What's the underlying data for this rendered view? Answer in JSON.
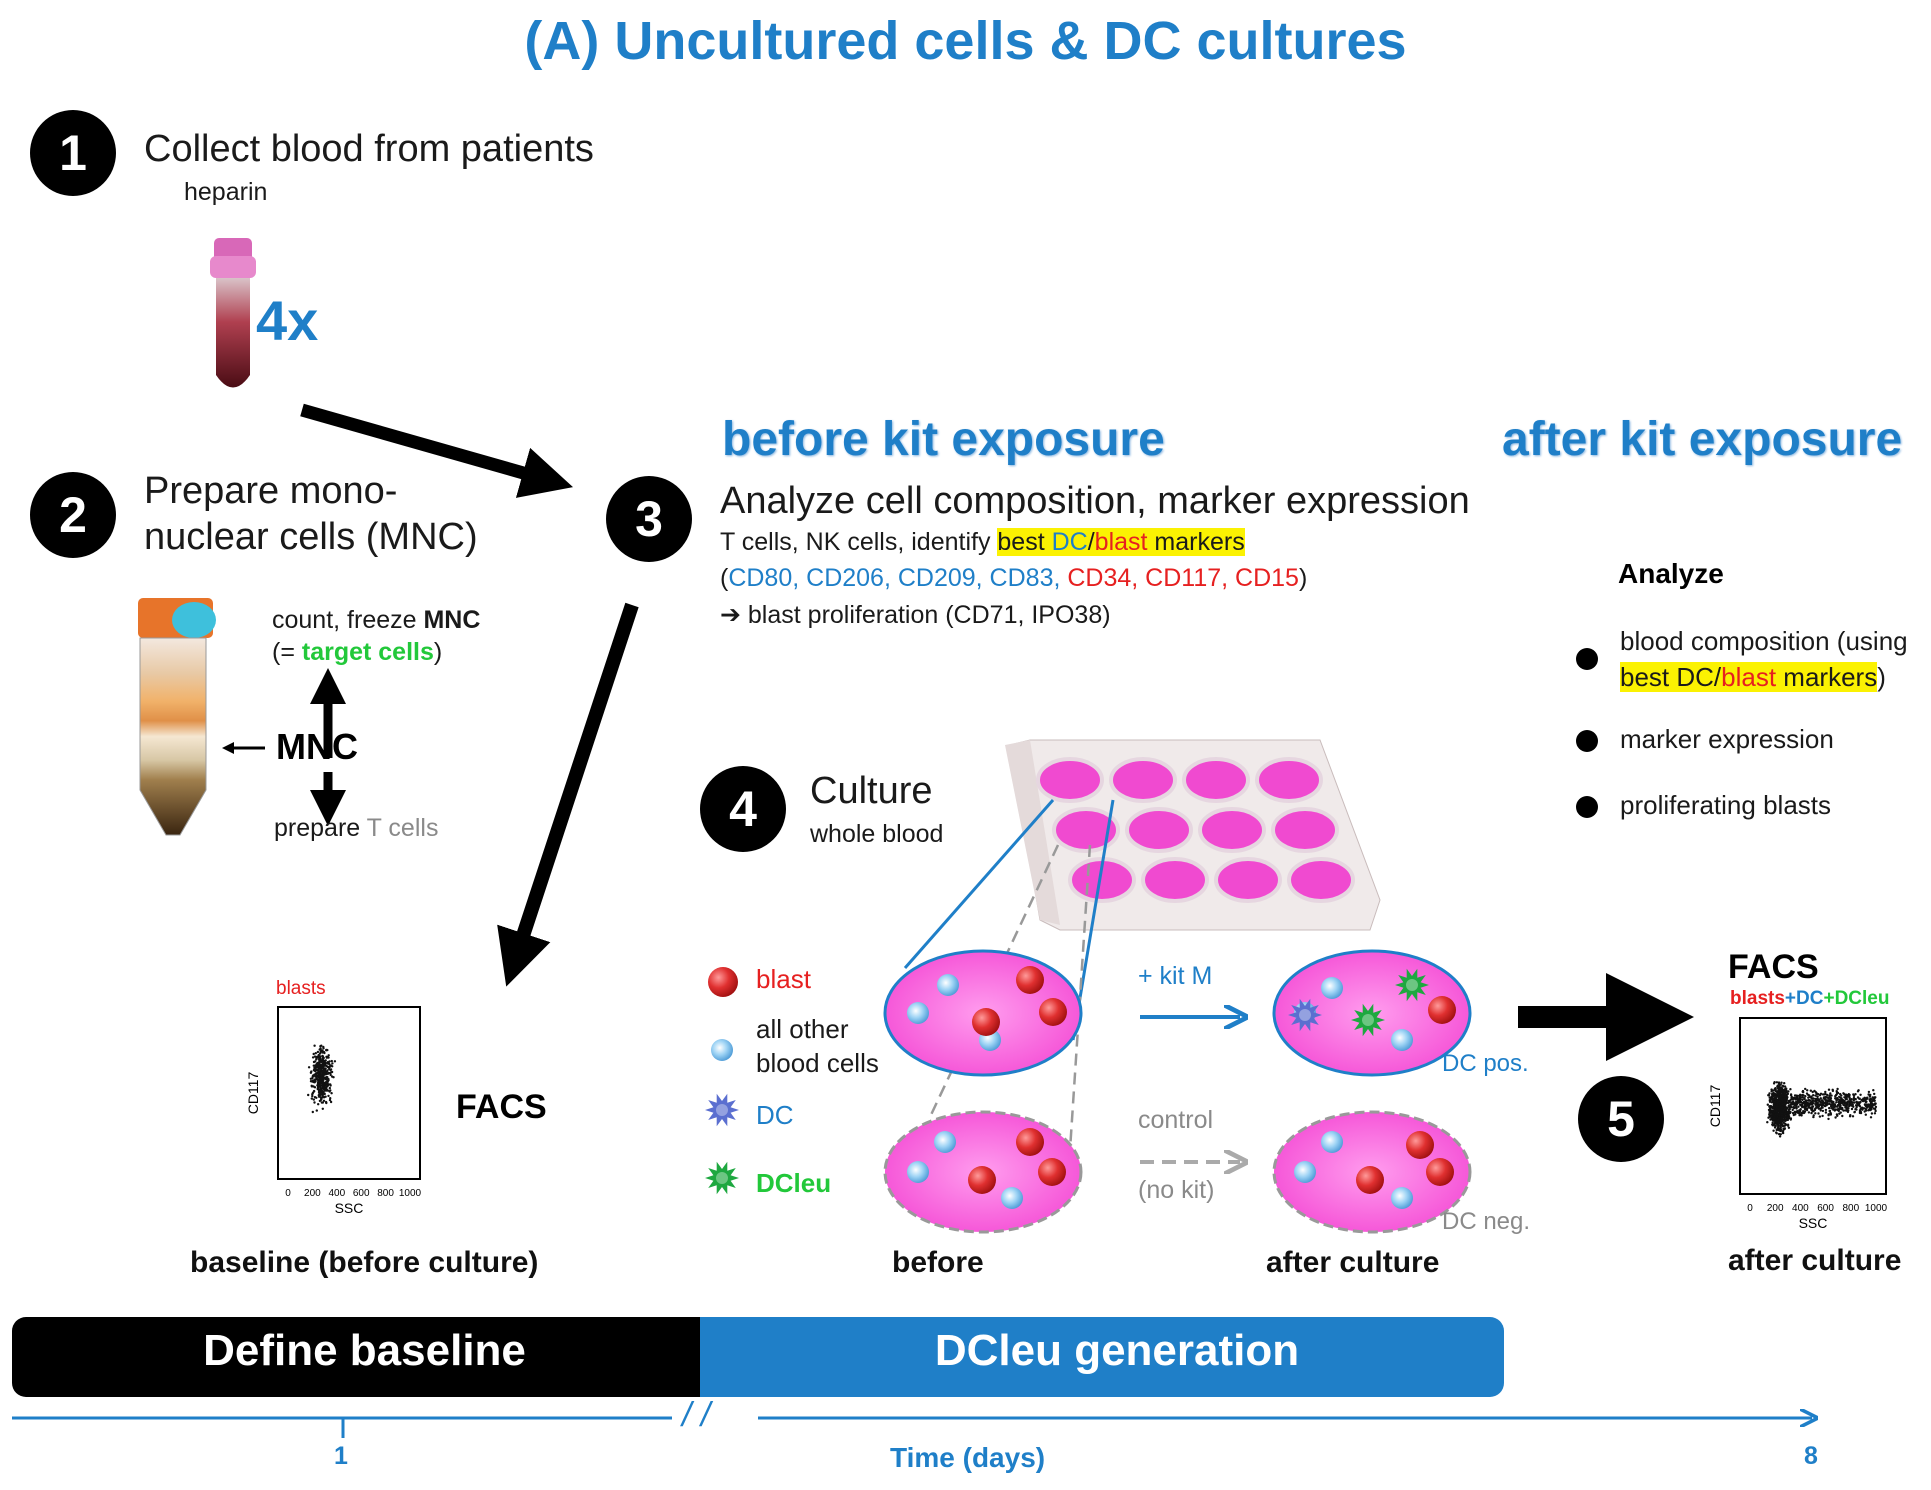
{
  "title": "(A) Uncultured cells & DC cultures",
  "steps": {
    "s1": {
      "num": "1",
      "label": "Collect blood from patients",
      "sub": "heparin",
      "count": "4x"
    },
    "s2": {
      "num": "2",
      "label1": "Prepare mono-",
      "label2": "nuclear cells (MNC)",
      "note1a": "count, freeze ",
      "note1b": "MNC",
      "note2a": "(= ",
      "note2b": "target cells",
      "note2c": ")",
      "mnc": "MNC",
      "prep_a": "prepare ",
      "prep_b": "T cells"
    },
    "s3": {
      "num": "3",
      "label": "Analyze cell composition, marker expression",
      "line1a": "T cells, NK cells, identify ",
      "line1b": "best ",
      "line1c": "DC",
      "line1d": "/",
      "line1e": "blast",
      "line1f": " markers",
      "line2a": "(",
      "line2b": "CD80, CD206, CD209, CD83, ",
      "line2c": "CD34, CD117, CD15",
      "line2d": ")",
      "line3": "blast proliferation (CD71, IPO38)"
    },
    "s4": {
      "num": "4",
      "label": "Culture",
      "sub": "whole blood"
    },
    "s5": {
      "num": "5"
    }
  },
  "sections": {
    "before": "before kit exposure",
    "after": "after kit exposure"
  },
  "analyze": {
    "heading": "Analyze",
    "item1a": "blood composition (using",
    "item1b": "best DC/",
    "item1c": "blast",
    "item1d": " markers",
    "item1e": ")",
    "item2": "marker expression",
    "item3": "proliferating blasts"
  },
  "legend": {
    "blast": "blast",
    "other1": "all other",
    "other2": "blood cells",
    "dc": "DC",
    "dcleu": "DCleu"
  },
  "culture": {
    "kit": "+ kit M",
    "control": "control",
    "nokit": "(no kit)",
    "dcpos": "DC pos.",
    "dcneg": "DC neg.",
    "before": "before",
    "after": "after culture"
  },
  "facs_left": {
    "title": "FACS",
    "gate": "blasts",
    "ylabel": "CD117",
    "xlabel": "SSC",
    "xticks": [
      "0",
      "200",
      "400",
      "600",
      "800",
      "1000"
    ],
    "caption": "baseline (before culture)"
  },
  "facs_right": {
    "title": "FACS",
    "gate_a": "blasts",
    "gate_b": "+DC",
    "gate_c": "+DCleu",
    "ylabel": "CD117",
    "xlabel": "SSC",
    "xticks": [
      "0",
      "200",
      "400",
      "600",
      "800",
      "1000"
    ],
    "caption": "after culture"
  },
  "timeline": {
    "phase1": "Define baseline",
    "phase2": "DCleu generation",
    "axis": "Time (days)",
    "start": "1",
    "end": "8",
    "break": "/ /"
  },
  "colors": {
    "blue": "#1f7fc8",
    "red": "#e62020",
    "green": "#22c83a",
    "pink": "#ff88e6",
    "highlight": "#fbf202"
  }
}
